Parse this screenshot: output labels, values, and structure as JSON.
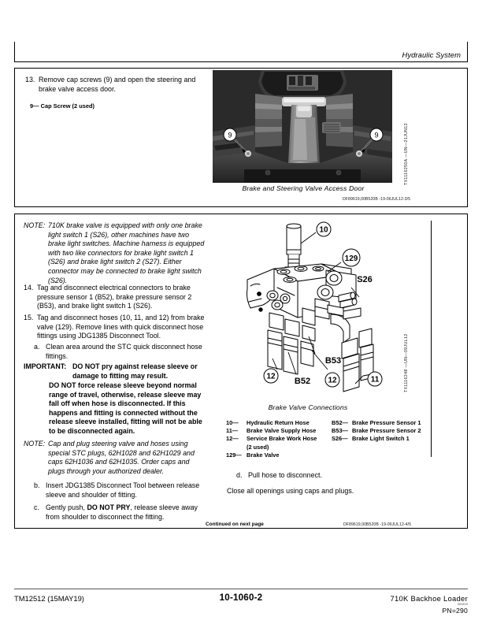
{
  "header": {
    "title": "Hydraulic System"
  },
  "top_section": {
    "step_13": {
      "num": "13.",
      "text": "Remove cap screws (9) and open the steering and brake valve access door."
    },
    "legend": [
      {
        "key": "9—",
        "value": "Cap Screw (2 used)"
      }
    ],
    "figure": {
      "callouts": [
        "9",
        "9"
      ],
      "caption": "Brake and Steering Valve Access Door",
      "figure_id": "DF89619,00B520B -19-06JUL12-3/5",
      "side_id": "TX1116250A —UN—21JUN12"
    }
  },
  "bottom_section": {
    "note_1": {
      "label": "NOTE:",
      "text": "710K brake valve is equipped with only one brake light switch 1 (S26), other machines have two brake light switches. Machine harness is equipped with two like connectors for brake light switch 1 (S26) and brake light switch 2 (S27).  Either connector may be connected to brake light switch (S26)."
    },
    "step_14": {
      "num": "14.",
      "text": "Tag and disconnect electrical connectors to brake pressure sensor 1 (B52), brake pressure sensor 2 (B53), and brake light switch 1 (S26)."
    },
    "step_15": {
      "num": "15.",
      "text": "Tag and disconnect hoses (10, 11, and 12) from brake valve (129). Remove lines with quick disconnect hose fittings using JDG1385 Disconnect Tool."
    },
    "step_15a": {
      "num": "a.",
      "text": "Clean area around the STC quick disconnect hose fittings."
    },
    "important": {
      "label": "IMPORTANT:",
      "text_1": "DO NOT pry against release sleeve or damage to fitting may result.",
      "text_2": "DO NOT force release sleeve beyond normal range of travel, otherwise, release sleeve may fall off when hose is disconnected.  If this happens and fitting is connected without the release sleeve installed, fitting will not be able to be disconnected again."
    },
    "note_2": {
      "label": "NOTE:",
      "text": "Cap and plug steering valve and hoses using special STC plugs, 62H1028 and 62H1029 and caps 62H1036 and 62H1035.  Order caps and plugs through your authorized dealer."
    },
    "step_15b": {
      "num": "b.",
      "text": "Insert JDG1385 Disconnect Tool between release sleeve and shoulder of fitting."
    },
    "step_15c": {
      "num": "c.",
      "prefix": "Gently push, ",
      "bold": "DO NOT PRY",
      "suffix": ", release sleeve away from shoulder to disconnect the fitting."
    },
    "step_15d": {
      "num": "d.",
      "text": "Pull hose to disconnect."
    },
    "closing_line": "Close all openings using caps and plugs.",
    "figure": {
      "callouts": [
        "10",
        "129",
        "S26",
        "B53",
        "B52",
        "12",
        "12",
        "11"
      ],
      "caption": "Brake Valve Connections",
      "side_id": "TX1116248 —UN—09JUL12"
    },
    "legend_col_1": [
      {
        "key": "10—",
        "value": "Hydraulic Return Hose"
      },
      {
        "key": "11—",
        "value": "Brake Valve Supply Hose"
      },
      {
        "key": "12—",
        "value": "Service Brake Work Hose"
      },
      {
        "key": "",
        "value": "(2 used)"
      },
      {
        "key": "129—",
        "value": "Brake Valve"
      }
    ],
    "legend_col_2": [
      {
        "key": "B52—",
        "value": "Brake Pressure Sensor 1"
      },
      {
        "key": "B53—",
        "value": "Brake Pressure Sensor 2"
      },
      {
        "key": "S26—",
        "value": "Brake Light Switch 1"
      }
    ],
    "continued": "Continued on next page",
    "figure_id": "DF89619,00B520B -19-06JUL12-4/5"
  },
  "footer": {
    "manual_id": "TM12512 (15MAY19)",
    "page_number": "10-1060-2",
    "machine": "710K Backhoe Loader",
    "tiny_code": "051519",
    "pn": "PN=290"
  }
}
